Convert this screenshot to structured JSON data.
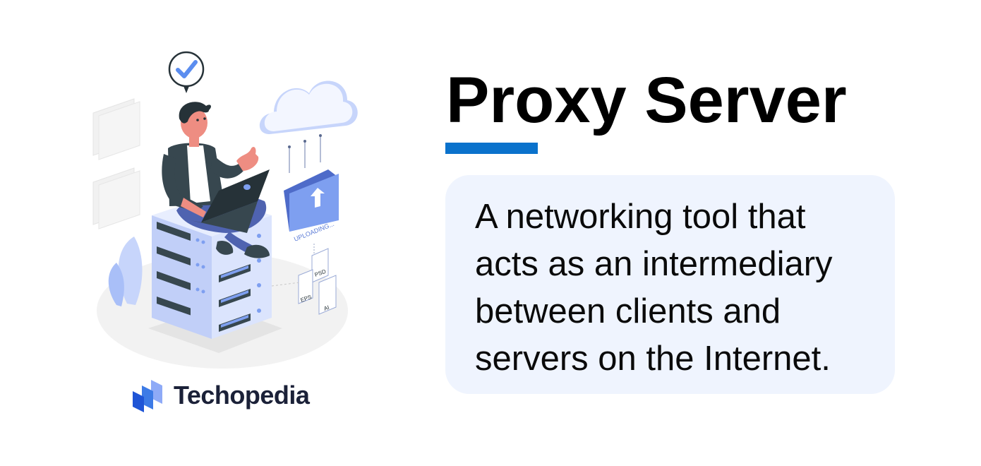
{
  "title": "Proxy Server",
  "definition": {
    "lines": [
      "A networking tool that",
      "acts as an intermediary",
      "between clients and",
      "servers on the Internet."
    ]
  },
  "brand": {
    "name": "Techopedia",
    "colors": {
      "accent_bar": "#0a72cc",
      "box_background": "#eff4fe",
      "logo_text": "#1b2138",
      "logo_mark": [
        "#1f55d6",
        "#3d7be6",
        "#8eaaf7"
      ]
    }
  },
  "illustration": {
    "uploading_label": "UPLOADING...",
    "file_labels": [
      "PSD",
      "EPS",
      "AI"
    ],
    "icons": [
      "checkmark-bubble-icon",
      "cloud-icon",
      "folder-upload-icon",
      "server-stack-icon",
      "laptop-icon",
      "file-icon"
    ]
  }
}
